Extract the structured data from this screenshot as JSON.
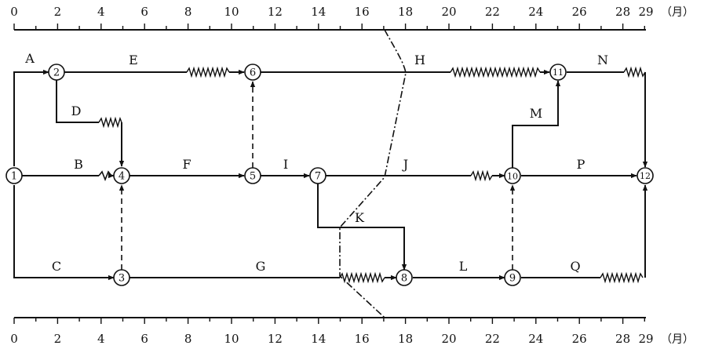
{
  "axis": {
    "ticks": [
      "0",
      "2",
      "4",
      "6",
      "8",
      "10",
      "12",
      "14",
      "16",
      "18",
      "20",
      "22",
      "24",
      "26",
      "28"
    ],
    "end_label": "29",
    "unit": "（月）"
  },
  "nodes": [
    {
      "id": "1",
      "label": "1"
    },
    {
      "id": "2",
      "label": "2"
    },
    {
      "id": "3",
      "label": "3"
    },
    {
      "id": "4",
      "label": "4"
    },
    {
      "id": "5",
      "label": "5"
    },
    {
      "id": "6",
      "label": "6"
    },
    {
      "id": "7",
      "label": "7"
    },
    {
      "id": "8",
      "label": "8"
    },
    {
      "id": "9",
      "label": "9"
    },
    {
      "id": "10",
      "label": "10"
    },
    {
      "id": "11",
      "label": "11"
    },
    {
      "id": "12",
      "label": "12"
    }
  ],
  "activities": [
    {
      "name": "A",
      "from": "1",
      "to": "2"
    },
    {
      "name": "B",
      "from": "1",
      "to": "4"
    },
    {
      "name": "C",
      "from": "1",
      "to": "3"
    },
    {
      "name": "D",
      "from": "2",
      "to": "4"
    },
    {
      "name": "E",
      "from": "2",
      "to": "6"
    },
    {
      "name": "F",
      "from": "4",
      "to": "5"
    },
    {
      "name": "G",
      "from": "3",
      "to": "8"
    },
    {
      "name": "H",
      "from": "6",
      "to": "11"
    },
    {
      "name": "I",
      "from": "5",
      "to": "7"
    },
    {
      "name": "J",
      "from": "7",
      "to": "10"
    },
    {
      "name": "K",
      "from": "7",
      "to": "8"
    },
    {
      "name": "L",
      "from": "8",
      "to": "9"
    },
    {
      "name": "M",
      "from": "10",
      "to": "11"
    },
    {
      "name": "N",
      "from": "11",
      "to": "12"
    },
    {
      "name": "P",
      "from": "10",
      "to": "12"
    },
    {
      "name": "Q",
      "from": "9",
      "to": "12"
    }
  ],
  "dummies": [
    {
      "from": "3",
      "to": "4"
    },
    {
      "from": "5",
      "to": "6"
    },
    {
      "from": "9",
      "to": "10"
    }
  ]
}
